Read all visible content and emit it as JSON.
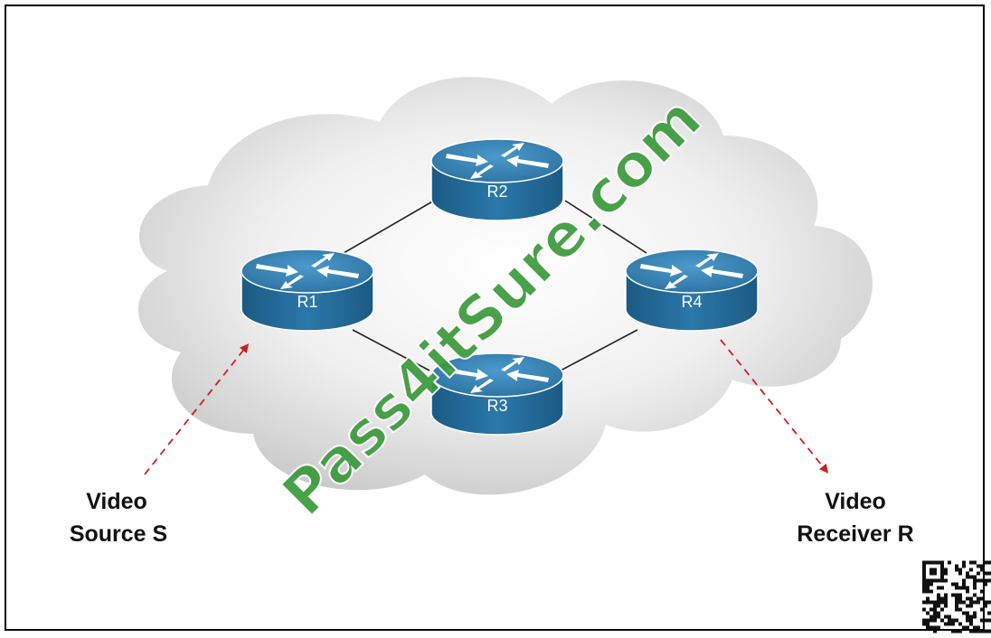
{
  "diagram": {
    "routers": [
      {
        "id": "R1",
        "label": "R1"
      },
      {
        "id": "R2",
        "label": "R2"
      },
      {
        "id": "R3",
        "label": "R3"
      },
      {
        "id": "R4",
        "label": "R4"
      }
    ],
    "links": [
      [
        "R1",
        "R2"
      ],
      [
        "R1",
        "R3"
      ],
      [
        "R2",
        "R4"
      ],
      [
        "R3",
        "R4"
      ]
    ],
    "source": {
      "line1": "Video",
      "line2": "Source S"
    },
    "receiver": {
      "line1": "Video",
      "line2": "Receiver R"
    },
    "watermark": "Pass4itSure.com",
    "colors": {
      "router_top": "#2f7fb3",
      "router_side": "#1d5f8a",
      "arrow": "#cc1f1f",
      "watermark": "#3a9a3a",
      "cloud": "#e6e6e6"
    }
  }
}
